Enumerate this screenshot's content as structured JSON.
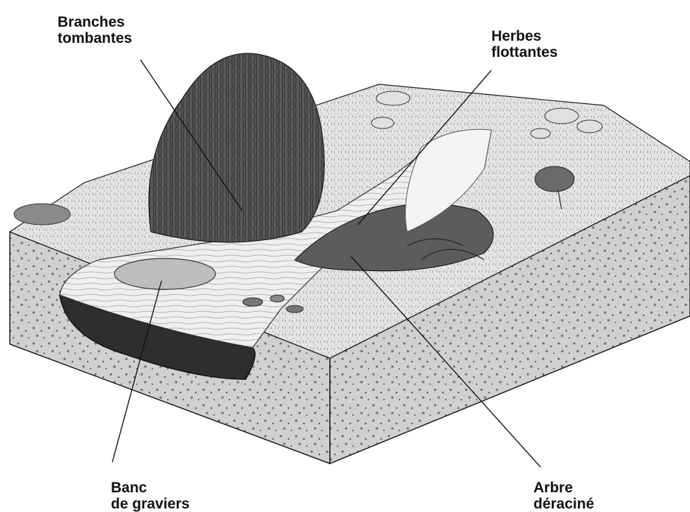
{
  "labels": {
    "branches": {
      "line1": "Branches",
      "line2": "tombantes"
    },
    "herbes": {
      "line1": "Herbes",
      "line2": "flottantes"
    },
    "banc": {
      "line1": "Banc",
      "line2": "de graviers"
    },
    "arbre": {
      "line1": "Arbre",
      "line2": "déraciné"
    }
  },
  "colors": {
    "ink": "#1a1a1a",
    "soil": "#c9c9c9",
    "grass": "#d8d8d8",
    "water": "#e8e8e8",
    "shadow": "#3a3a3a"
  }
}
